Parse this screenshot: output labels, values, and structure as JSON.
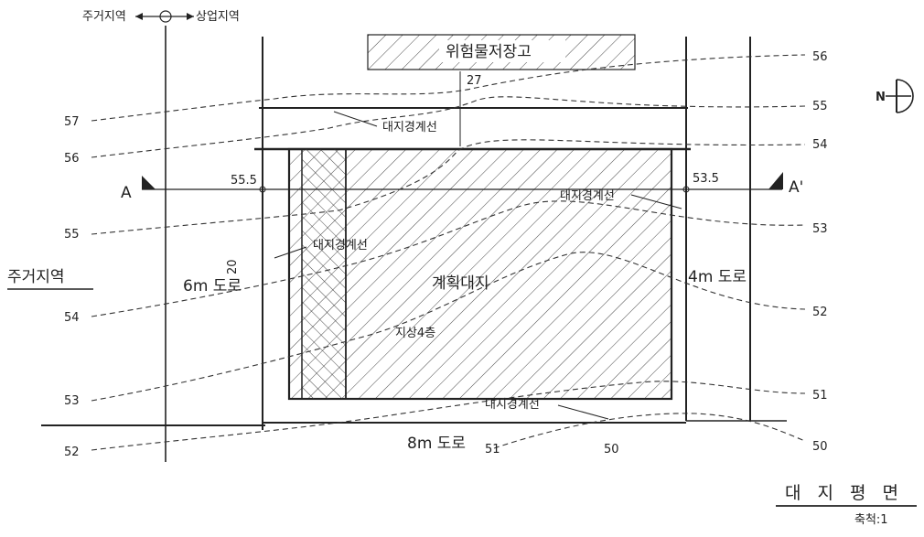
{
  "zone_legend": {
    "left": "주거지역",
    "right": "상업지역"
  },
  "labels": {
    "hazard_storage": "위험물저장고",
    "dim_top": "27",
    "dim_side": "20",
    "boundary_top": "대지경계선",
    "boundary_right": "대지경계선",
    "boundary_left": "대지경계선",
    "boundary_bottom": "대지경계선",
    "section_a": "A",
    "section_a_prime": "A'",
    "level_left": "55.5",
    "level_right": "53.5",
    "residential_zone": "주거지역",
    "road_left": "6m 도로",
    "road_right": "4m 도로",
    "road_bottom": "8m 도로",
    "planned_site": "계획대지",
    "floors_note": "지상4층",
    "contour_inner_51": "51",
    "contour_inner_50": "50"
  },
  "contours_left": [
    "57",
    "56",
    "55",
    "54",
    "53",
    "52"
  ],
  "contours_right": [
    "56",
    "55",
    "54",
    "53",
    "52",
    "51",
    "50"
  ],
  "title": "대 지 평 면",
  "scale": "축척:1",
  "colors": {
    "line": "#222222",
    "hatch": "#333333",
    "background": "#ffffff"
  }
}
